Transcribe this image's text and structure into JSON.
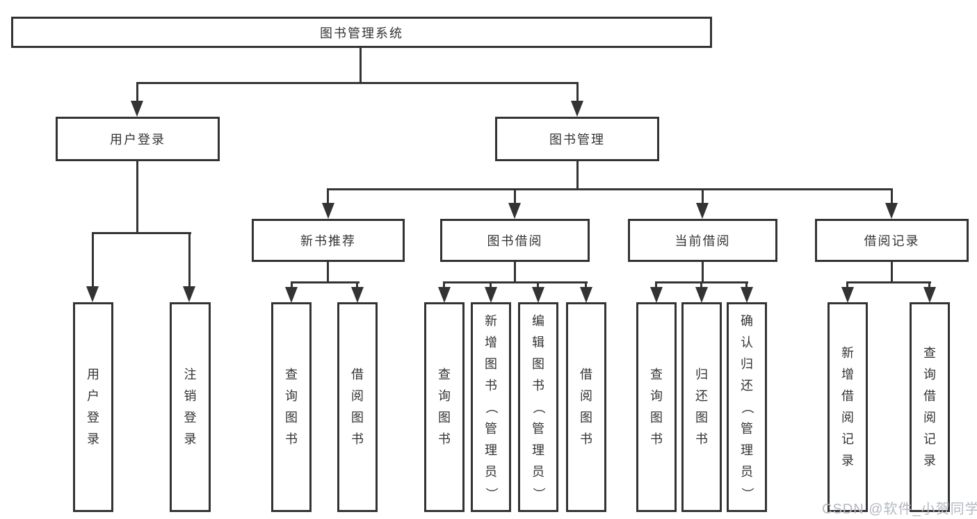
{
  "diagram": {
    "root": {
      "label": "图书管理系统",
      "children": [
        {
          "label": "用户登录",
          "children": [
            {
              "label": "用户登录"
            },
            {
              "label": "注销登录"
            }
          ]
        },
        {
          "label": "图书管理",
          "children": [
            {
              "label": "新书推荐",
              "children": [
                {
                  "label": "查询图书"
                },
                {
                  "label": "借阅图书"
                }
              ]
            },
            {
              "label": "图书借阅",
              "children": [
                {
                  "label": "查询图书"
                },
                {
                  "label": "新增图书（管理员）"
                },
                {
                  "label": "编辑图书（管理员）"
                },
                {
                  "label": "借阅图书"
                }
              ]
            },
            {
              "label": "当前借阅",
              "children": [
                {
                  "label": "查询图书"
                },
                {
                  "label": "归还图书"
                },
                {
                  "label": "确认归还（管理员）"
                }
              ]
            },
            {
              "label": "借阅记录",
              "children": [
                {
                  "label": "新增借阅记录"
                },
                {
                  "label": "查询借阅记录"
                }
              ]
            }
          ]
        }
      ]
    }
  },
  "watermark": {
    "text": "CSDN @软件_小贺同学"
  },
  "colors": {
    "line": "#333333",
    "text": "#333333",
    "box_background": "#ffffff",
    "page_background": "#ffffff",
    "watermark": "#b4b8c1"
  }
}
